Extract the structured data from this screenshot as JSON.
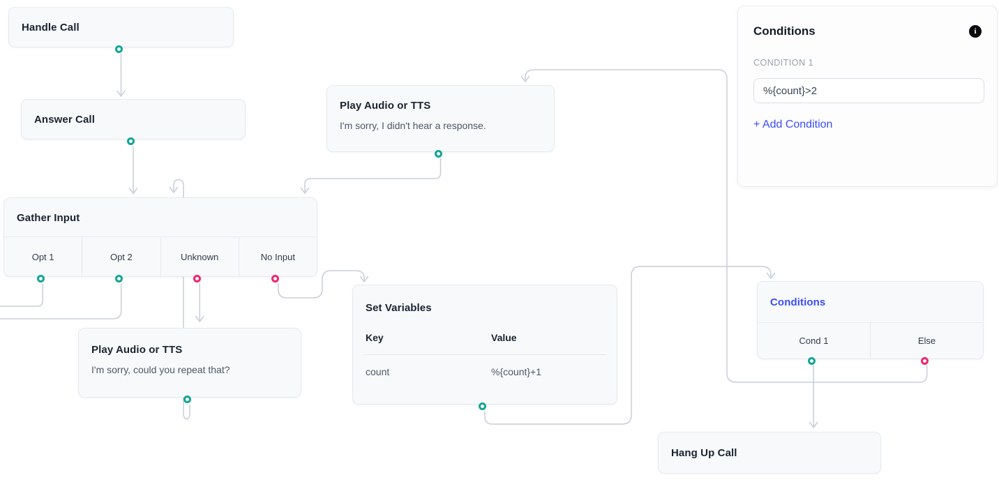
{
  "canvas": {
    "nodes": {
      "handle_call": {
        "title": "Handle Call"
      },
      "answer_call": {
        "title": "Answer Call"
      },
      "play_audio_no_response": {
        "title": "Play Audio or TTS",
        "body": "I'm sorry, I didn't hear a response."
      },
      "gather_input": {
        "title": "Gather Input",
        "outputs": [
          "Opt 1",
          "Opt 2",
          "Unknown",
          "No Input"
        ]
      },
      "play_audio_repeat": {
        "title": "Play Audio or TTS",
        "body": "I'm sorry, could you repeat that?"
      },
      "set_variables": {
        "title": "Set Variables",
        "headers": {
          "key": "Key",
          "value": "Value"
        },
        "rows": [
          {
            "key": "count",
            "value": "%{count}+1"
          }
        ]
      },
      "conditions": {
        "title": "Conditions",
        "outputs": [
          "Cond 1",
          "Else"
        ]
      },
      "hang_up_call": {
        "title": "Hang Up Call"
      }
    }
  },
  "panel": {
    "title": "Conditions",
    "info_icon_glyph": "i",
    "section_label": "CONDITION 1",
    "condition_value": "%{count}>2",
    "add_condition_label": "+ Add Condition"
  },
  "colors": {
    "port_success": "#12a594",
    "port_failure": "#f2266a",
    "edge": "#c8cdd8",
    "node_background": "#f7f9fb",
    "node_border": "#e6eaf0",
    "selected_node_title": "#3c4cfa"
  }
}
